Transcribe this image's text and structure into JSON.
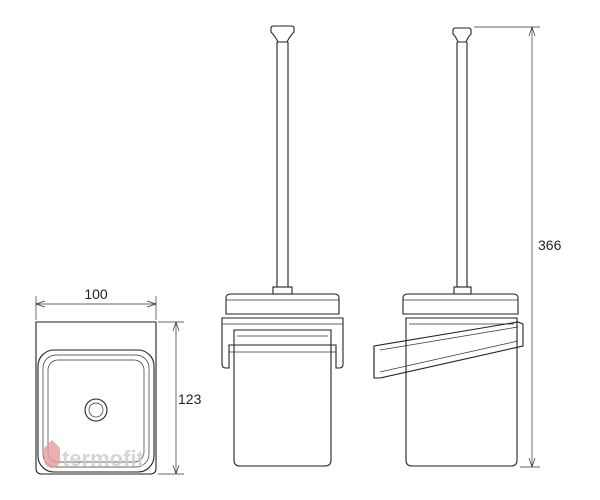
{
  "dimensions": {
    "width": "100",
    "depth": "123",
    "height": "366"
  },
  "watermark": {
    "text": "termofit"
  }
}
